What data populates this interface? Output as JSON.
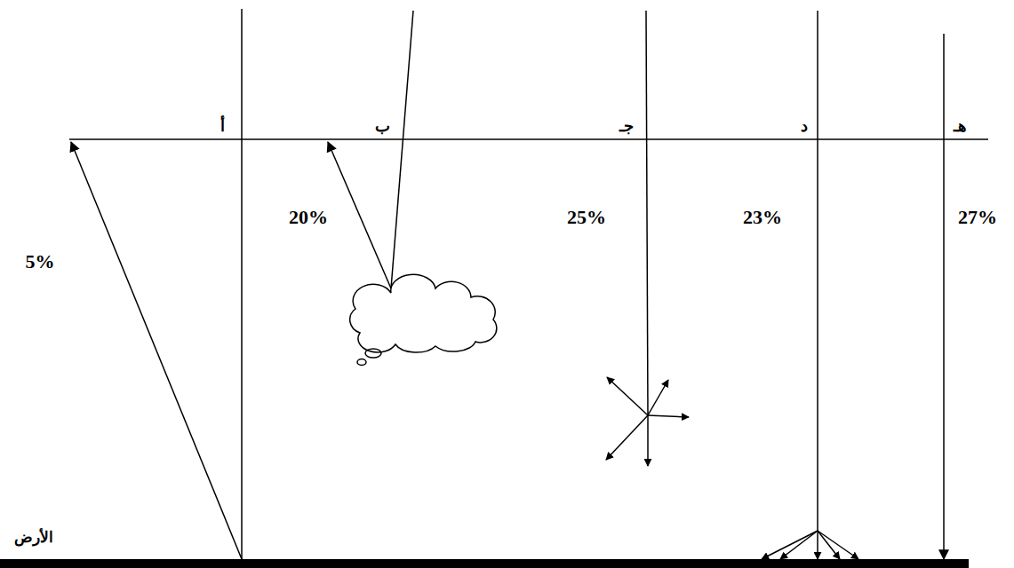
{
  "diagram": {
    "labels": [
      "أ",
      "ب",
      "جـ",
      "د",
      "هـ",
      "20%",
      "25%",
      "23%",
      "27%",
      "5%",
      "الأرض"
    ]
  }
}
